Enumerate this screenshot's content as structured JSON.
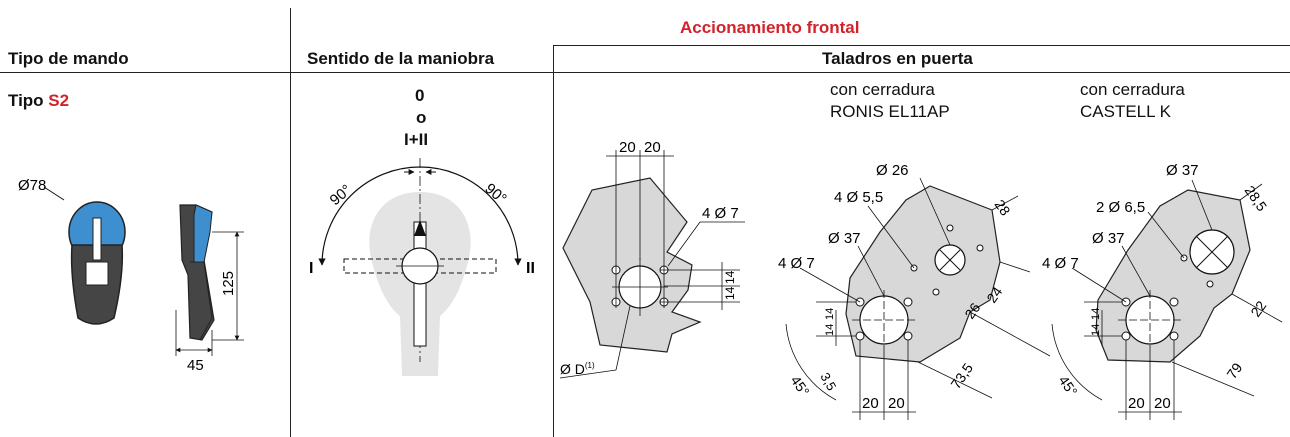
{
  "header": {
    "group_title": "Accionamiento frontal",
    "col1": "Tipo de mando",
    "col2": "Sentido de la maniobra",
    "col3": "Taladros en puerta"
  },
  "handle": {
    "tipo_prefix": "Tipo ",
    "tipo_code": "S2",
    "diameter": "Ø78",
    "height": "125",
    "width": "45",
    "colors": {
      "blue": "#3d8fd0",
      "dark": "#454545"
    }
  },
  "maniobra": {
    "pos0": "0",
    "or": "o",
    "posI_II": "I+II",
    "left_angle": "90°",
    "right_angle": "90°",
    "left_label": "I",
    "right_label": "II"
  },
  "drill_plain": {
    "dim_top_a": "20",
    "dim_top_b": "20",
    "holes": "4 Ø 7",
    "side_a": "14",
    "side_b": "14",
    "hole_d_label": "Ø D",
    "hole_d_note": "(1)"
  },
  "ronis": {
    "title_l1": "con cerradura",
    "title_l2": "RONIS EL11AP",
    "d_lock": "Ø 26",
    "holes_lock": "4 Ø 5,5",
    "dim_28": "28",
    "d_main": "Ø 37",
    "holes_main": "4 Ø 7",
    "dim_26": "26",
    "dim_24": "24",
    "dim_735": "73,5",
    "side_a": "14",
    "side_b": "14",
    "angle": "45°",
    "dim_35": "3,5",
    "bottom_a": "20",
    "bottom_b": "20"
  },
  "castell": {
    "title_l1": "con cerradura",
    "title_l2": "CASTELL K",
    "d_lock": "Ø 37",
    "holes_lock": "2 Ø 6,5",
    "dim_285": "28,5",
    "d_main": "Ø 37",
    "holes_main": "4 Ø 7",
    "dim_22": "22",
    "dim_79": "79",
    "side_a": "14",
    "side_b": "14",
    "angle": "45°",
    "bottom_a": "20",
    "bottom_b": "20"
  }
}
